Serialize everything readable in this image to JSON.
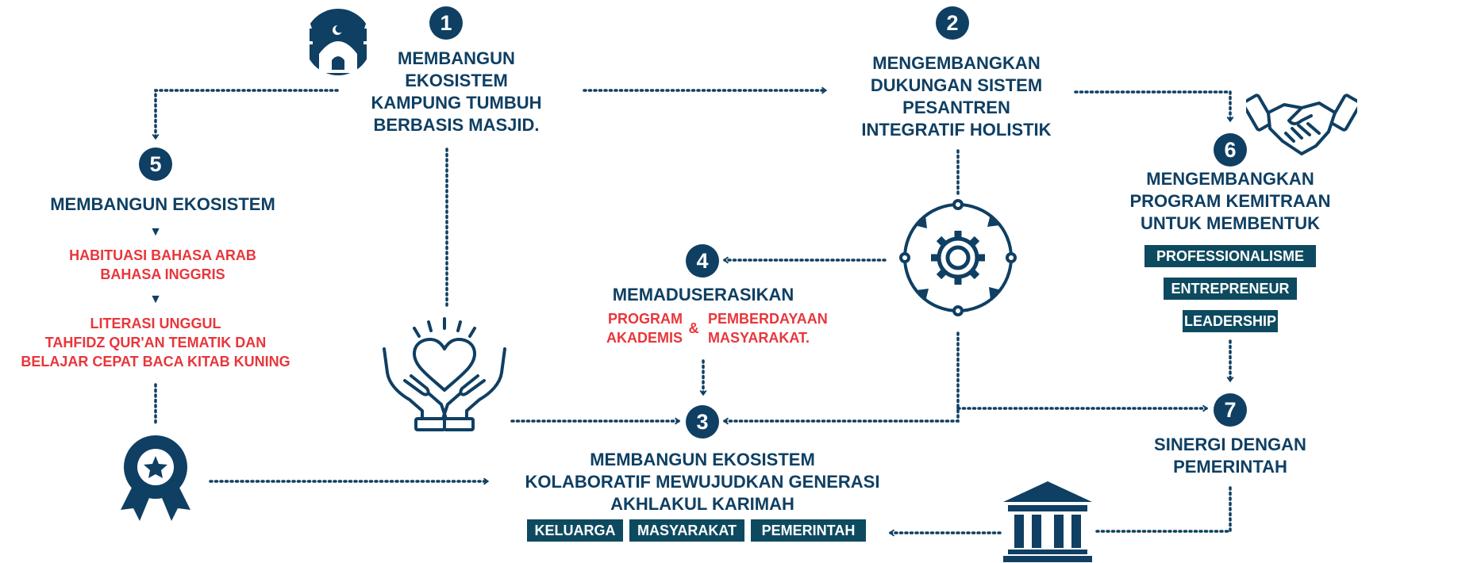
{
  "colors": {
    "navy": "#0f3f63",
    "red": "#e8363b",
    "tag_bg": "#0e4a5f"
  },
  "steps": {
    "s1": {
      "num": "1",
      "title_lines": [
        "MEMBANGUN",
        "EKOSISTEM",
        "KAMPUNG TUMBUH",
        "BERBASIS MASJID."
      ],
      "icon": "mosque-icon"
    },
    "s2": {
      "num": "2",
      "title_lines": [
        "MENGEMBANGKAN",
        "DUKUNGAN SISTEM",
        "PESANTREN",
        "INTEGRATIF HOLISTIK"
      ],
      "icon": "gear-cycle-icon"
    },
    "s3": {
      "num": "3",
      "title_lines": [
        "MEMBANGUN EKOSISTEM",
        "KOLABORATIF MEWUJUDKAN GENERASI",
        "AKHLAKUL KARIMAH"
      ],
      "tags": [
        "KELUARGA",
        "MASYARAKAT",
        "PEMERINTAH"
      ]
    },
    "s4": {
      "num": "4",
      "title": "MEMADUSERASIKAN",
      "left_lines": [
        "PROGRAM",
        "AKADEMIS"
      ],
      "amp": "&",
      "right_lines": [
        "PEMBERDAYAAN",
        "MASYARAKAT."
      ]
    },
    "s5": {
      "num": "5",
      "title": "MEMBANGUN EKOSISTEM",
      "group1": [
        "HABITUASI BAHASA ARAB",
        "BAHASA INGGRIS"
      ],
      "group2": [
        "LITERASI UNGGUL",
        "TAHFIDZ QUR'AN TEMATIK DAN",
        "BELAJAR CEPAT BACA KITAB KUNING"
      ],
      "icon": "award-ribbon-icon"
    },
    "s6": {
      "num": "6",
      "title_lines": [
        "MENGEMBANGKAN",
        "PROGRAM KEMITRAAN",
        "UNTUK MEMBENTUK"
      ],
      "tags": [
        "PROFESSIONALISME",
        "ENTREPRENEUR",
        "LEADERSHIP"
      ],
      "icon": "handshake-icon"
    },
    "s7": {
      "num": "7",
      "title_lines": [
        "SINERGI DENGAN",
        "PEMERINTAH"
      ],
      "icon": "government-building-icon"
    }
  },
  "extra_icons": [
    "heart-hands-icon"
  ]
}
